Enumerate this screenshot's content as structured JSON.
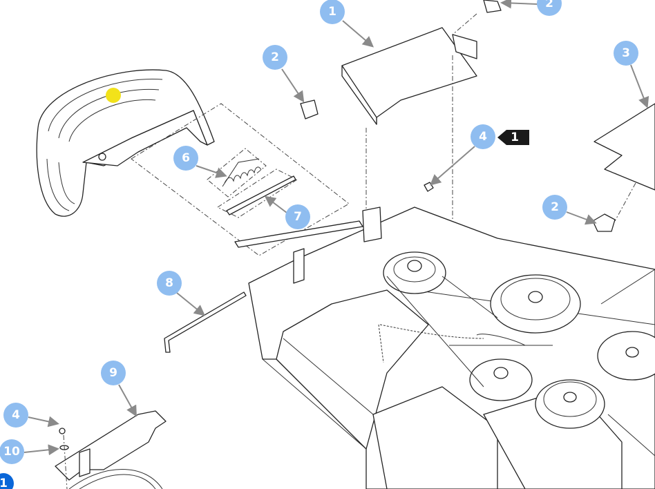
{
  "diagram": {
    "callouts": [
      {
        "id": "c1",
        "label": "1"
      },
      {
        "id": "c2a",
        "label": "2"
      },
      {
        "id": "c2b",
        "label": "2"
      },
      {
        "id": "c3",
        "label": "3"
      },
      {
        "id": "c4a",
        "label": "4"
      },
      {
        "id": "c6",
        "label": "6"
      },
      {
        "id": "c7",
        "label": "7"
      },
      {
        "id": "c2c",
        "label": "2"
      },
      {
        "id": "c8",
        "label": "8"
      },
      {
        "id": "c9",
        "label": "9"
      },
      {
        "id": "c4b",
        "label": "4"
      },
      {
        "id": "c10",
        "label": "10"
      }
    ],
    "note_tag": {
      "label": "1"
    },
    "corner_badge": {
      "label": "1"
    },
    "colors": {
      "callout": "#8fbdf0",
      "tag": "#1a1a1a",
      "badge": "#0a66d8",
      "highlight": "#f2e21a"
    }
  }
}
